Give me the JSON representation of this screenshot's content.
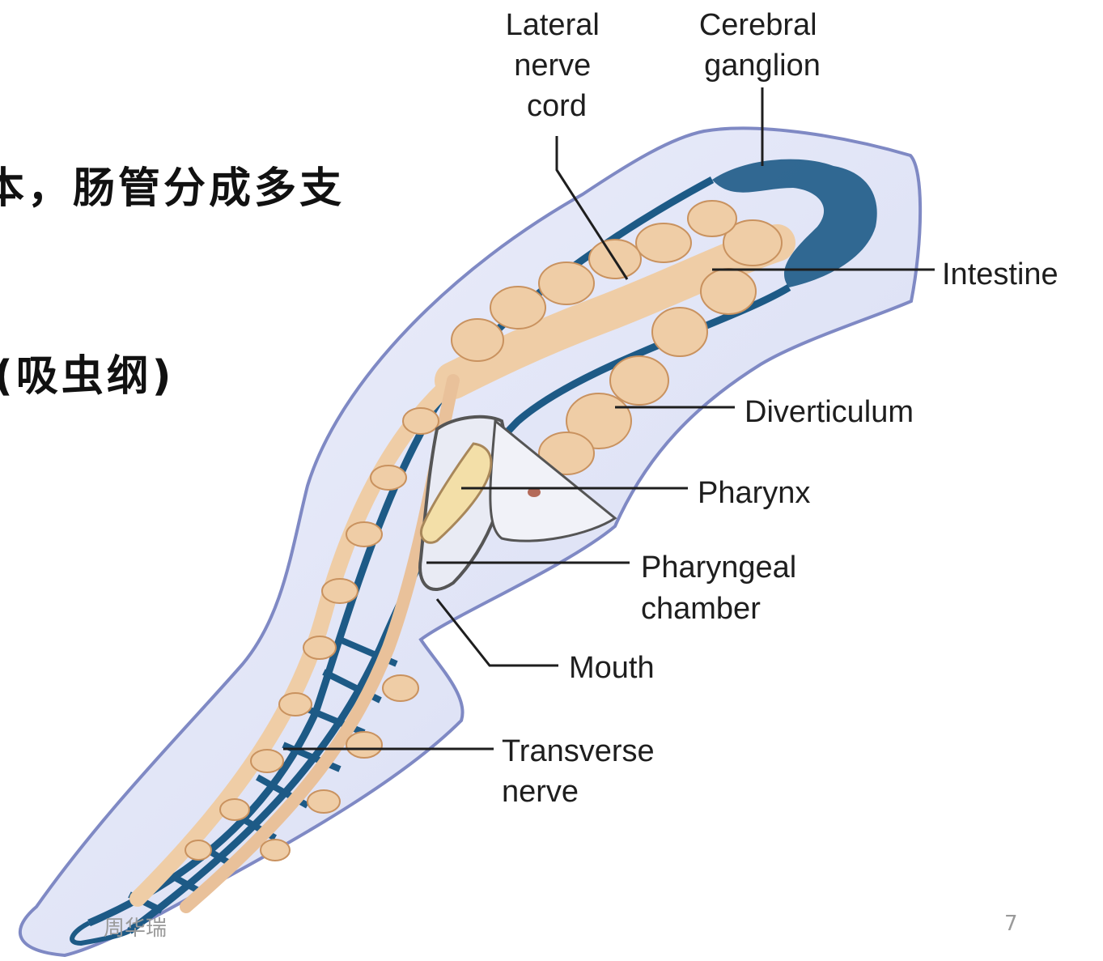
{
  "slide": {
    "text_lines": [
      "本，肠管分成多支",
      "(吸虫纲)"
    ],
    "author": "周华瑞",
    "page_number": "7"
  },
  "diagram": {
    "labels": {
      "lateral_nerve_cord": [
        "Lateral",
        "nerve",
        "cord"
      ],
      "cerebral_ganglion": [
        "Cerebral",
        "ganglion"
      ],
      "intestine": "Intestine",
      "diverticulum": "Diverticulum",
      "pharynx": "Pharynx",
      "pharyngeal_chamber": [
        "Pharyngeal",
        "chamber"
      ],
      "mouth": "Mouth",
      "transverse_nerve": [
        "Transverse",
        "nerve"
      ]
    },
    "colors": {
      "body_fill": "#d6dcf3",
      "body_edge": "#7f89c4",
      "nerve": "#1d5a86",
      "intestine": "#efcda6",
      "intestine_edge": "#c9925f",
      "pharynx": "#f3dfa8",
      "leader_line": "#1e1e1e"
    }
  }
}
